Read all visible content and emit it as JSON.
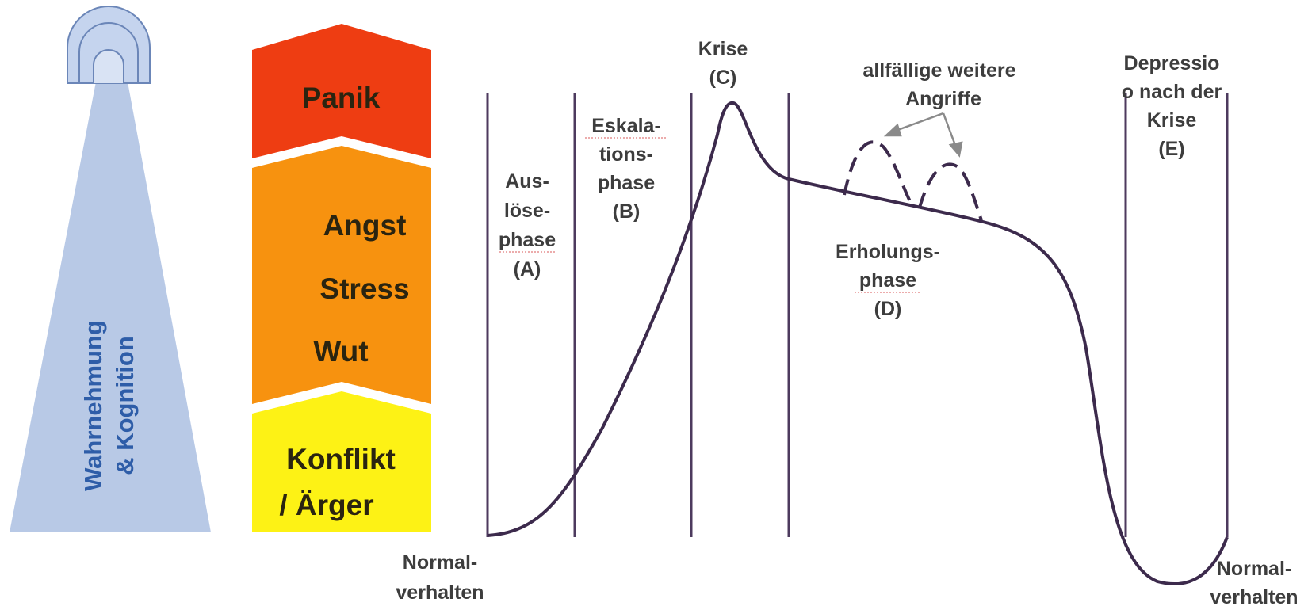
{
  "colors": {
    "cone": "#b8c9e6",
    "tunnel": "#c5d4ee",
    "tunnel_stroke": "#6b86b8",
    "panic": "#ee3d12",
    "anxiety": "#f7920f",
    "conflict": "#fdf215",
    "curve": "#3c2a4c",
    "divider": "#4d3a5e",
    "arrow": "#8a8a8a",
    "text": "#3d3d3d",
    "cognition_text": "#2e5da8"
  },
  "icons": {
    "tunnel": "tunnel-icon"
  },
  "cognition": {
    "line1": "Wahrnehmung",
    "line2": "& Kognition"
  },
  "levels": {
    "panic": "Panik",
    "middle": [
      "Angst",
      "Stress",
      "Wut"
    ],
    "conflict_line1": "Konflikt",
    "conflict_line2": "/ Ärger"
  },
  "phases": {
    "a": {
      "line1": "Aus-",
      "line2": "löse-",
      "line3": "phase",
      "line4": "(A)"
    },
    "b": {
      "line1": "Eskala-",
      "line2": "tions-",
      "line3": "phase",
      "line4": "(B)"
    },
    "c": {
      "line1": "Krise",
      "line2": "(C)"
    },
    "d": {
      "line1": "Erholungs-",
      "line2": "phase",
      "line3": "(D)"
    },
    "e": {
      "line1": "Depressio",
      "line2": "o nach der",
      "line3": "Krise",
      "line4": "(E)"
    }
  },
  "attacks": {
    "line1": "allfällige weitere",
    "line2": "Angriffe"
  },
  "normal_start": {
    "line1": "Normal-",
    "line2": "verhalten"
  },
  "normal_end": {
    "line1": "Normal-",
    "line2": "verhalten"
  }
}
